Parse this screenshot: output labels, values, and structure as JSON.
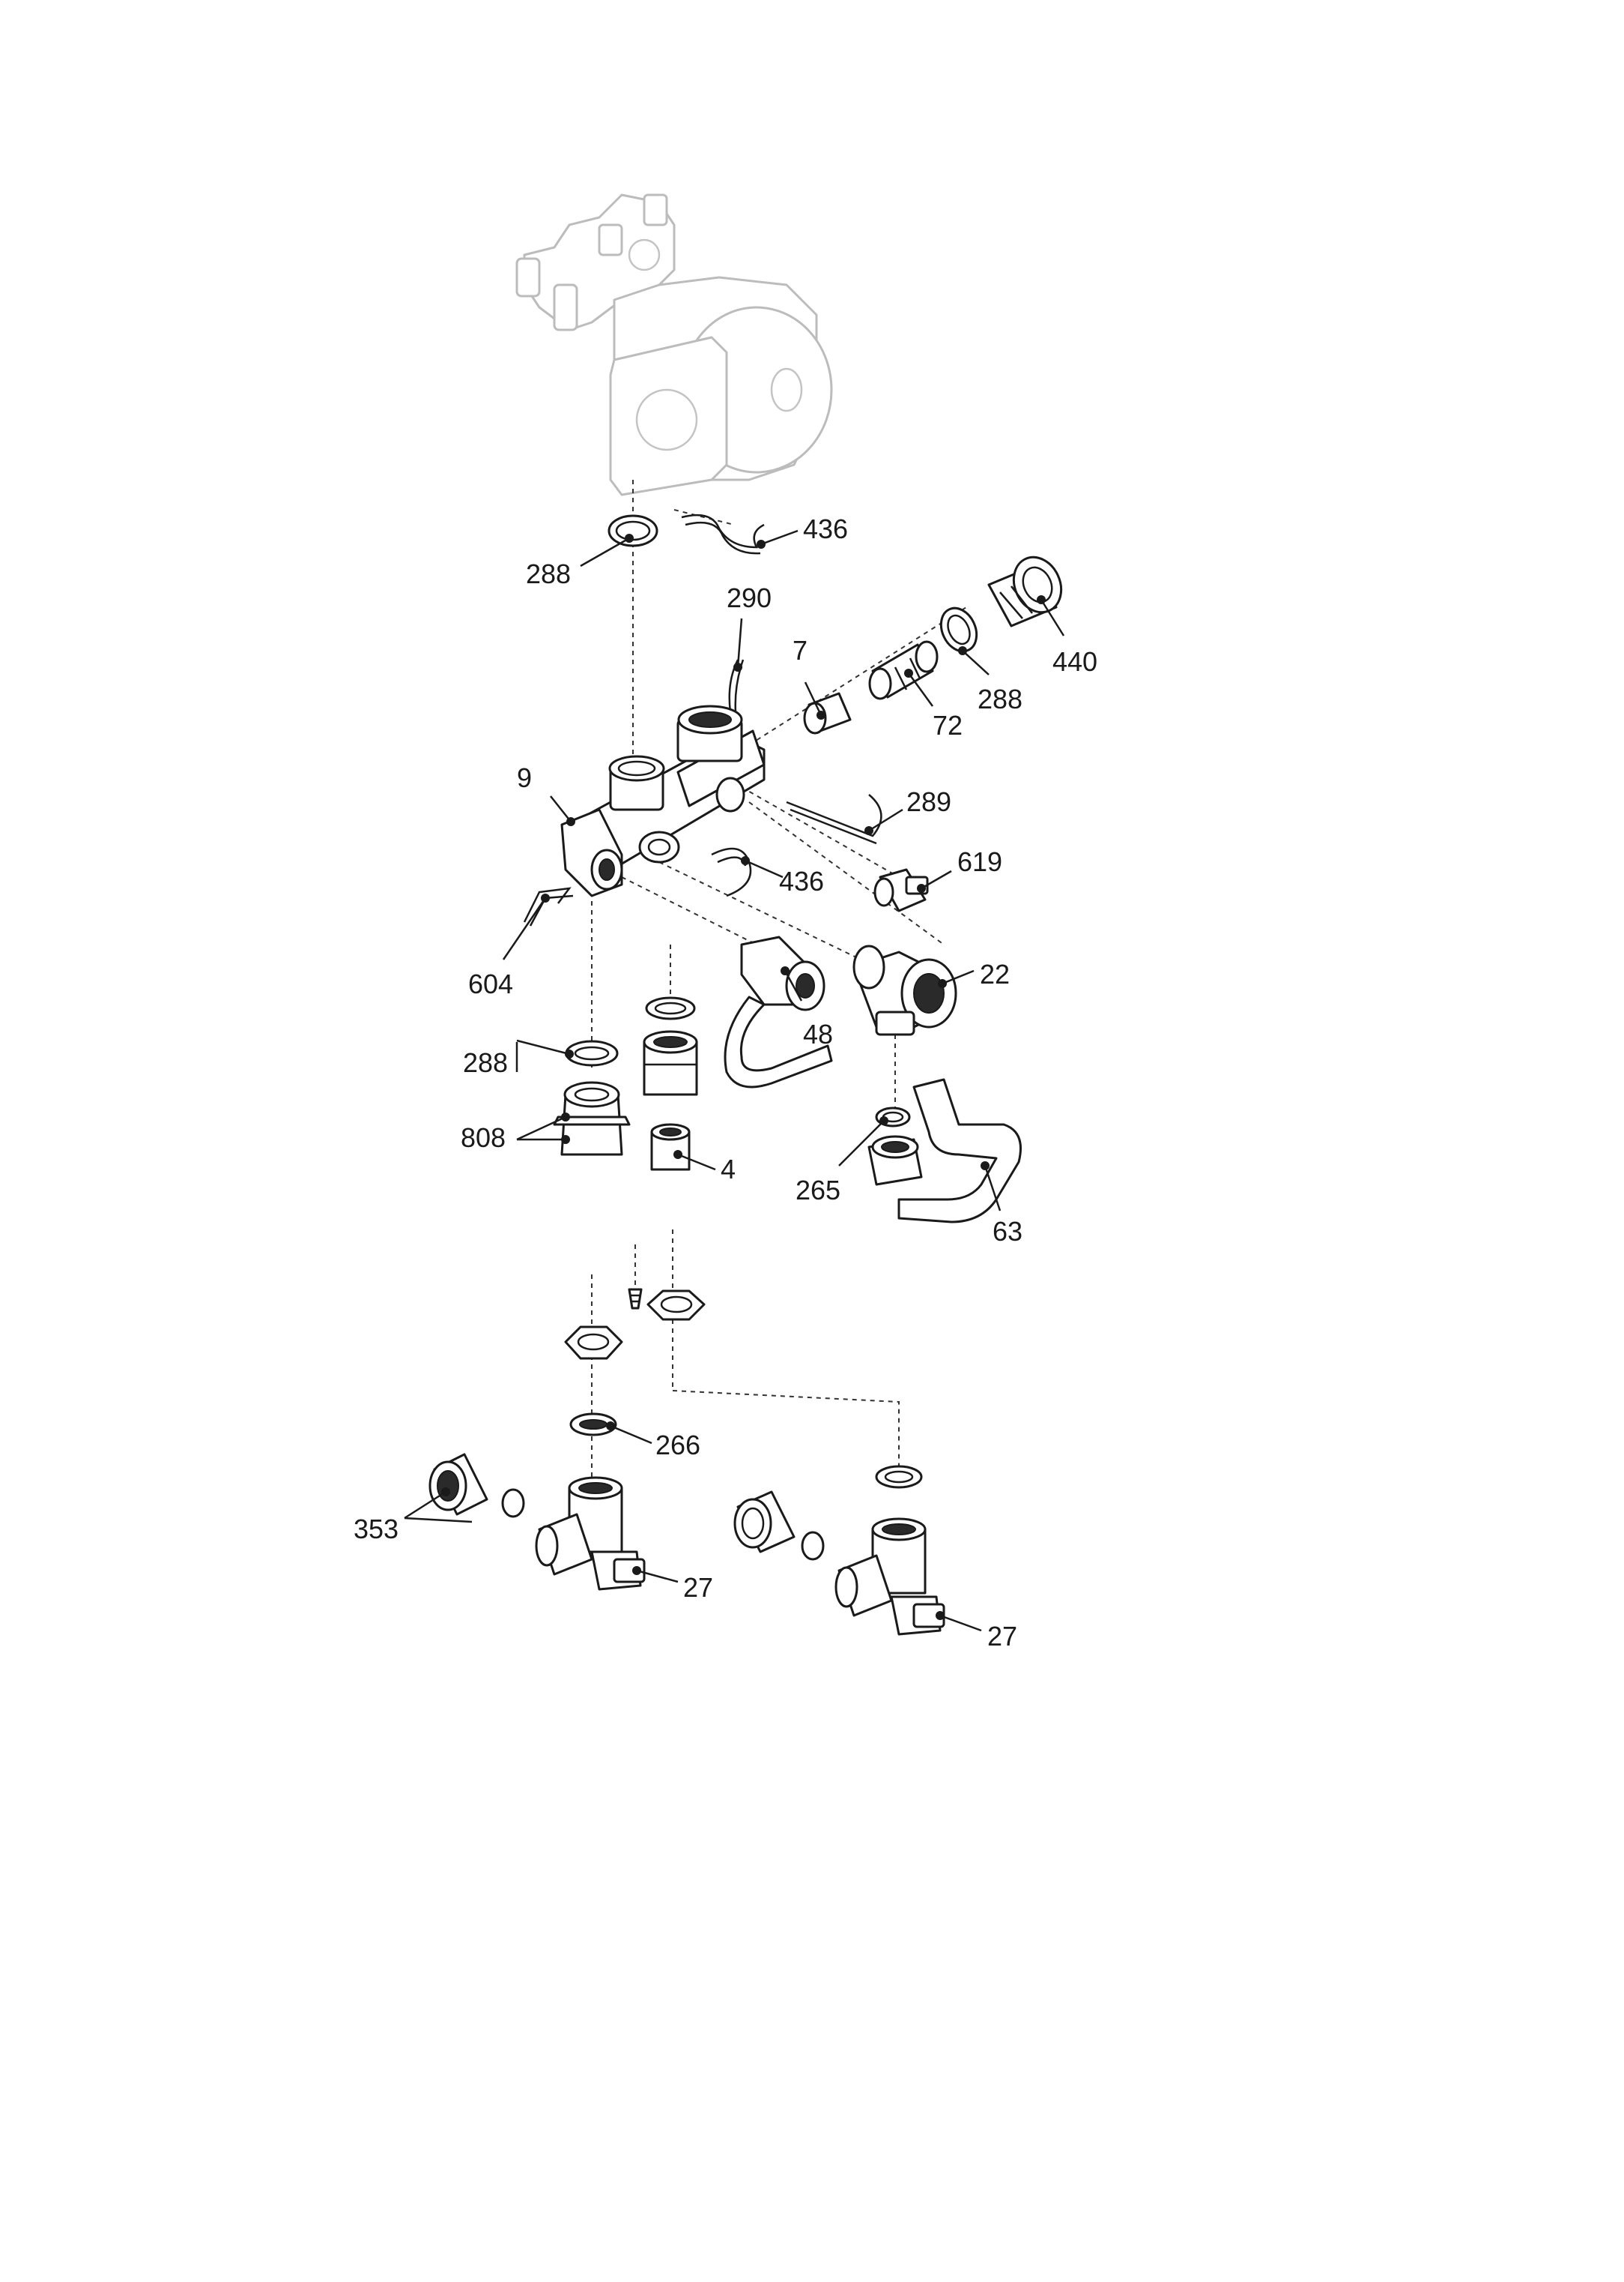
{
  "callouts": {
    "c436_top": "436",
    "c288_top": "288",
    "c290": "290",
    "c7": "7",
    "c440": "440",
    "c288_right": "288",
    "c72": "72",
    "c9": "9",
    "c289": "289",
    "c619": "619",
    "c436_mid": "436",
    "c604": "604",
    "c22": "22",
    "c48": "48",
    "c288_left": "288",
    "c808": "808",
    "c4": "4",
    "c265": "265",
    "c63": "63",
    "c266": "266",
    "c353": "353",
    "c27_left": "27",
    "c27_right": "27"
  },
  "colors": {
    "line": "#1a1a1a",
    "faded_pump": "#bcbcbc",
    "background": "#ffffff"
  }
}
